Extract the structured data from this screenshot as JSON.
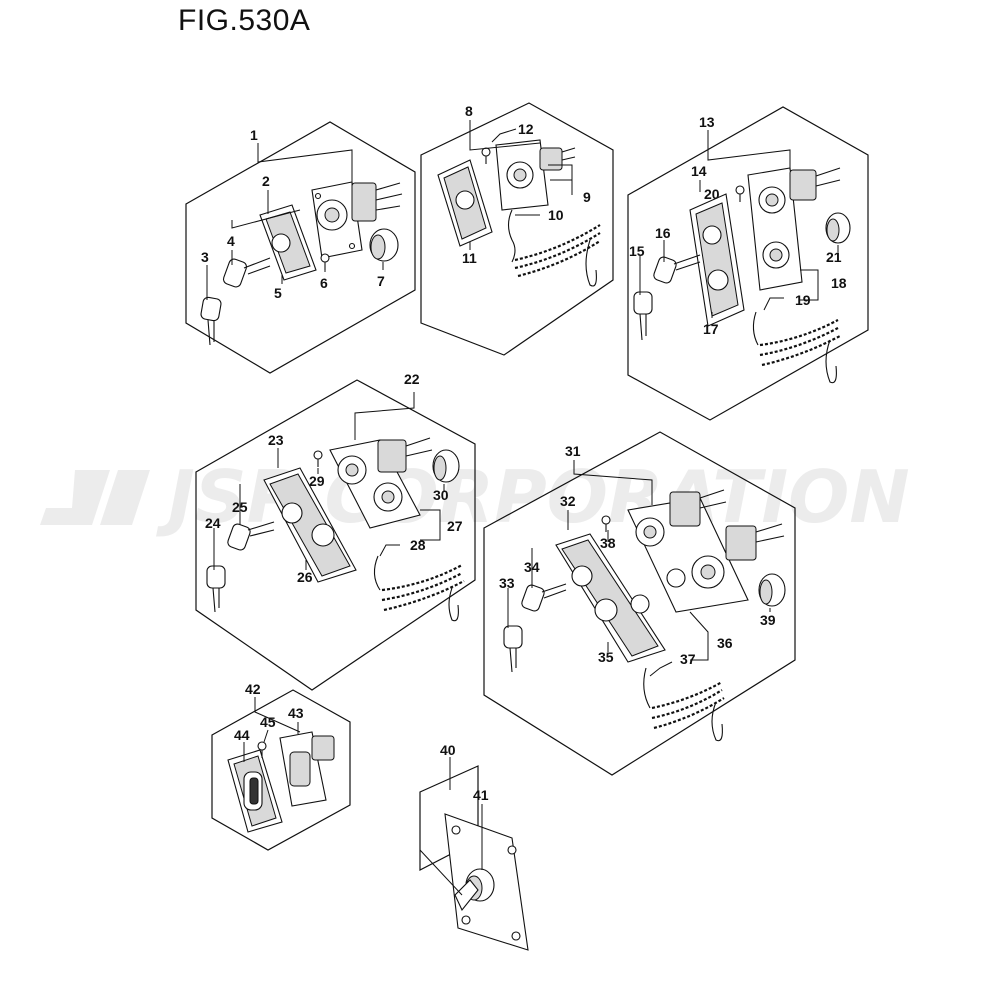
{
  "figure": {
    "title": "FIG.530A"
  },
  "watermark": {
    "text": "JSP CORPORATION"
  },
  "callouts": [
    "1",
    "2",
    "3",
    "4",
    "5",
    "6",
    "7",
    "8",
    "9",
    "10",
    "11",
    "12",
    "13",
    "14",
    "15",
    "16",
    "17",
    "18",
    "19",
    "20",
    "21",
    "22",
    "23",
    "24",
    "25",
    "26",
    "27",
    "28",
    "29",
    "30",
    "31",
    "32",
    "33",
    "34",
    "35",
    "36",
    "37",
    "38",
    "39",
    "40",
    "41",
    "42",
    "43",
    "44",
    "45"
  ]
}
